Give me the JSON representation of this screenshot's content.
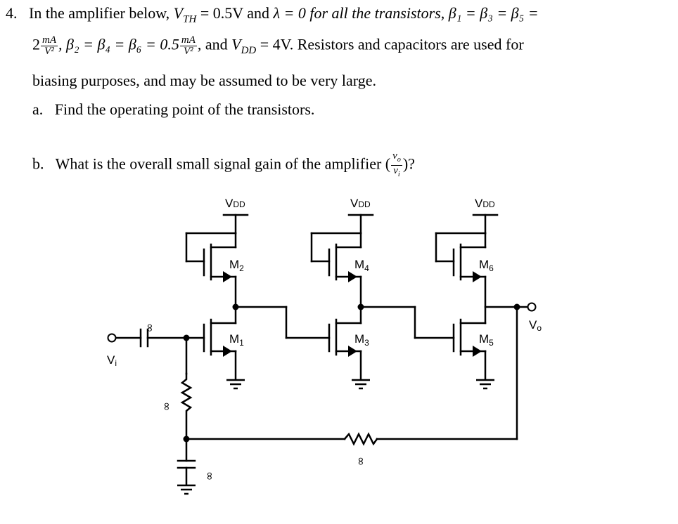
{
  "problem": {
    "number": "4.",
    "intro_a": "In the amplifier below,",
    "vth_sym": "V",
    "vth_sub": "TH",
    "vth_val": "= 0.5V and",
    "lambda_part": "λ = 0 for all the transistors,",
    "beta_odd": "β₁ = β₃ = β₅ =",
    "beta_odd_coef": "2",
    "unit_num": "mA",
    "unit_den": "V²",
    "beta_even": ", β₂ = β₄ = β₆ = 0.5",
    "vdd_and": ", and",
    "vdd_sym": "V",
    "vdd_sub": "DD",
    "vdd_val": "= 4V. Resistors and capacitors are used for",
    "line3": "biasing purposes, and may be assumed to be very large.",
    "part_a_label": "a.",
    "part_a_text": "Find the operating point of the transistors.",
    "part_b_label": "b.",
    "part_b_text": "What is the overall small signal gain of the amplifier (",
    "gain_num": "v",
    "gain_num_sub": "o",
    "gain_den": "v",
    "gain_den_sub": "i",
    "part_b_end": ")?"
  },
  "schematic": {
    "vdd_labels": [
      "V",
      "V",
      "V"
    ],
    "vdd_sub": "DD",
    "transistors": [
      {
        "name": "M",
        "sub": "2"
      },
      {
        "name": "M",
        "sub": "4"
      },
      {
        "name": "M",
        "sub": "6"
      },
      {
        "name": "M",
        "sub": "1"
      },
      {
        "name": "M",
        "sub": "3"
      },
      {
        "name": "M",
        "sub": "5"
      }
    ],
    "input_label": "V",
    "input_sub": "i",
    "output_label": "V",
    "output_sub": "o",
    "infinity_symbol": "∞"
  }
}
